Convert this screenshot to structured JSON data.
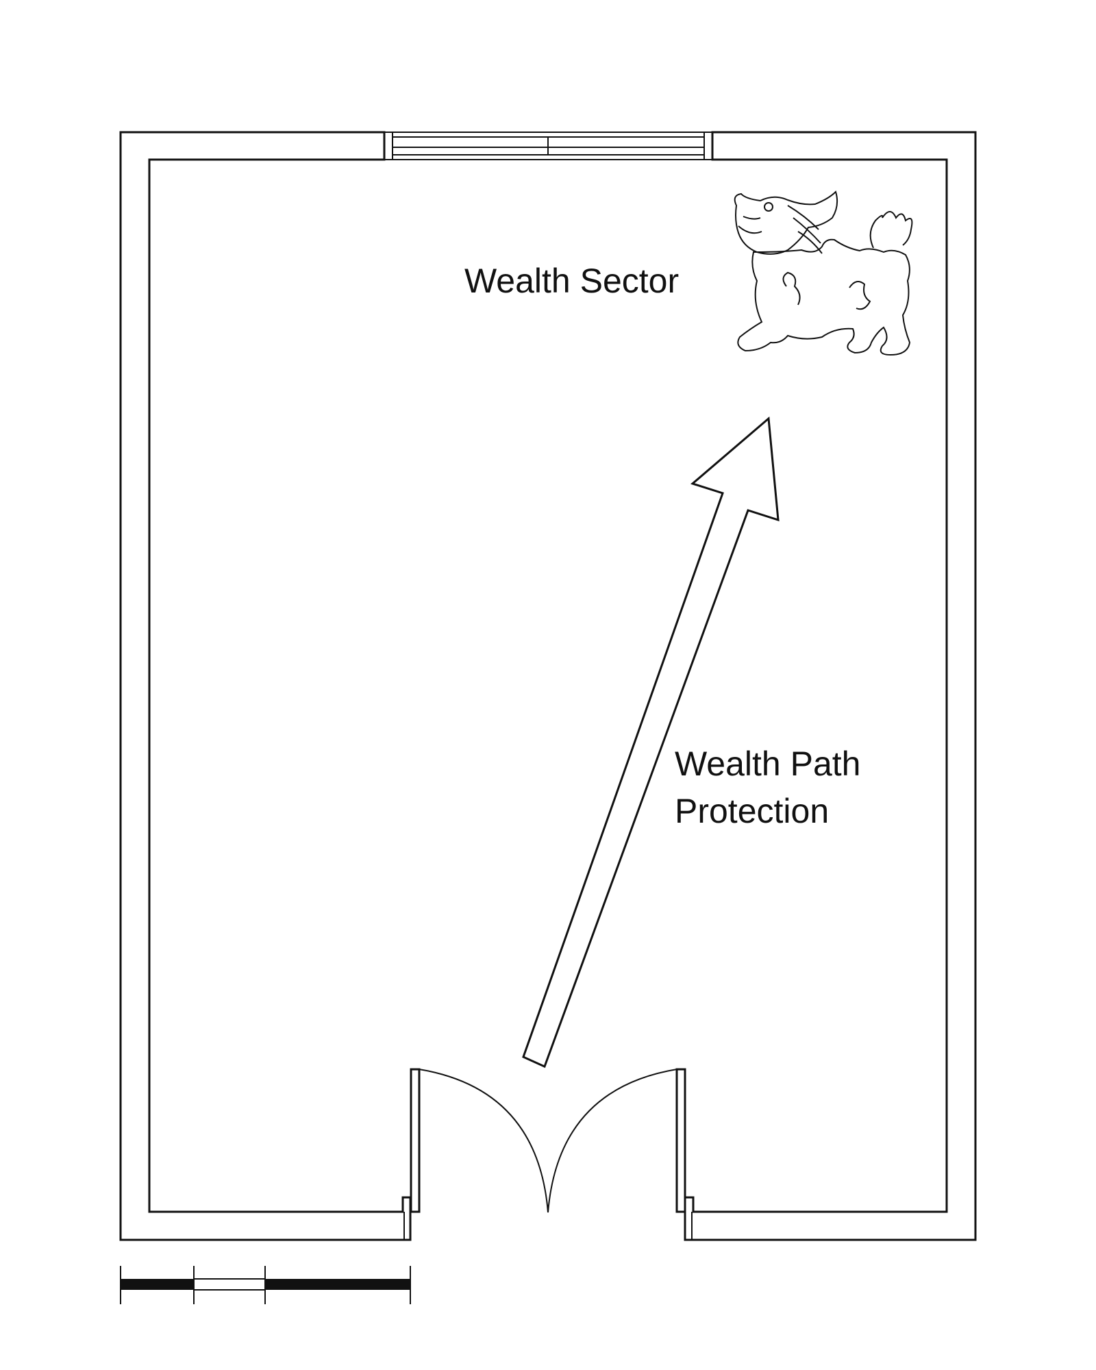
{
  "labels": {
    "wealth_sector": "Wealth Sector",
    "wealth_path_line1": "Wealth Path",
    "wealth_path_line2": "Protection"
  },
  "icons": {
    "guardian": "pixiu-guardian-icon",
    "arrow": "direction-arrow-icon"
  },
  "colors": {
    "ink": "#111111",
    "paper": "#ffffff"
  }
}
